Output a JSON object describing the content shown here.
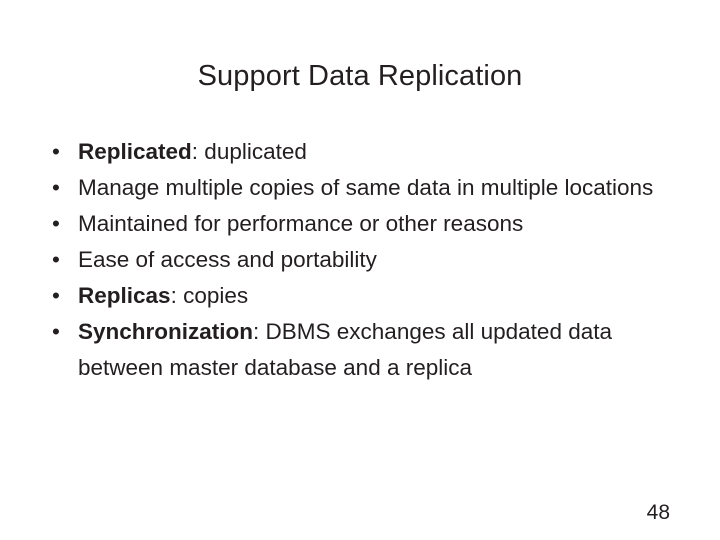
{
  "slide": {
    "title": "Support Data Replication",
    "background_color": "#ffffff",
    "text_color": "#231f20",
    "bullet_glyph": "•",
    "page_number": "48",
    "bullets": [
      {
        "lead": "Replicated",
        "rest": ": duplicated"
      },
      {
        "lead": "",
        "rest": "Manage multiple copies of same data in multiple locations"
      },
      {
        "lead": "",
        "rest": "Maintained for performance or other reasons"
      },
      {
        "lead": "",
        "rest": "Ease of access and portability"
      },
      {
        "lead": "Replicas",
        "rest": ": copies"
      },
      {
        "lead": "Synchronization",
        "rest": ": DBMS exchanges all updated data between master database and a replica"
      }
    ]
  }
}
